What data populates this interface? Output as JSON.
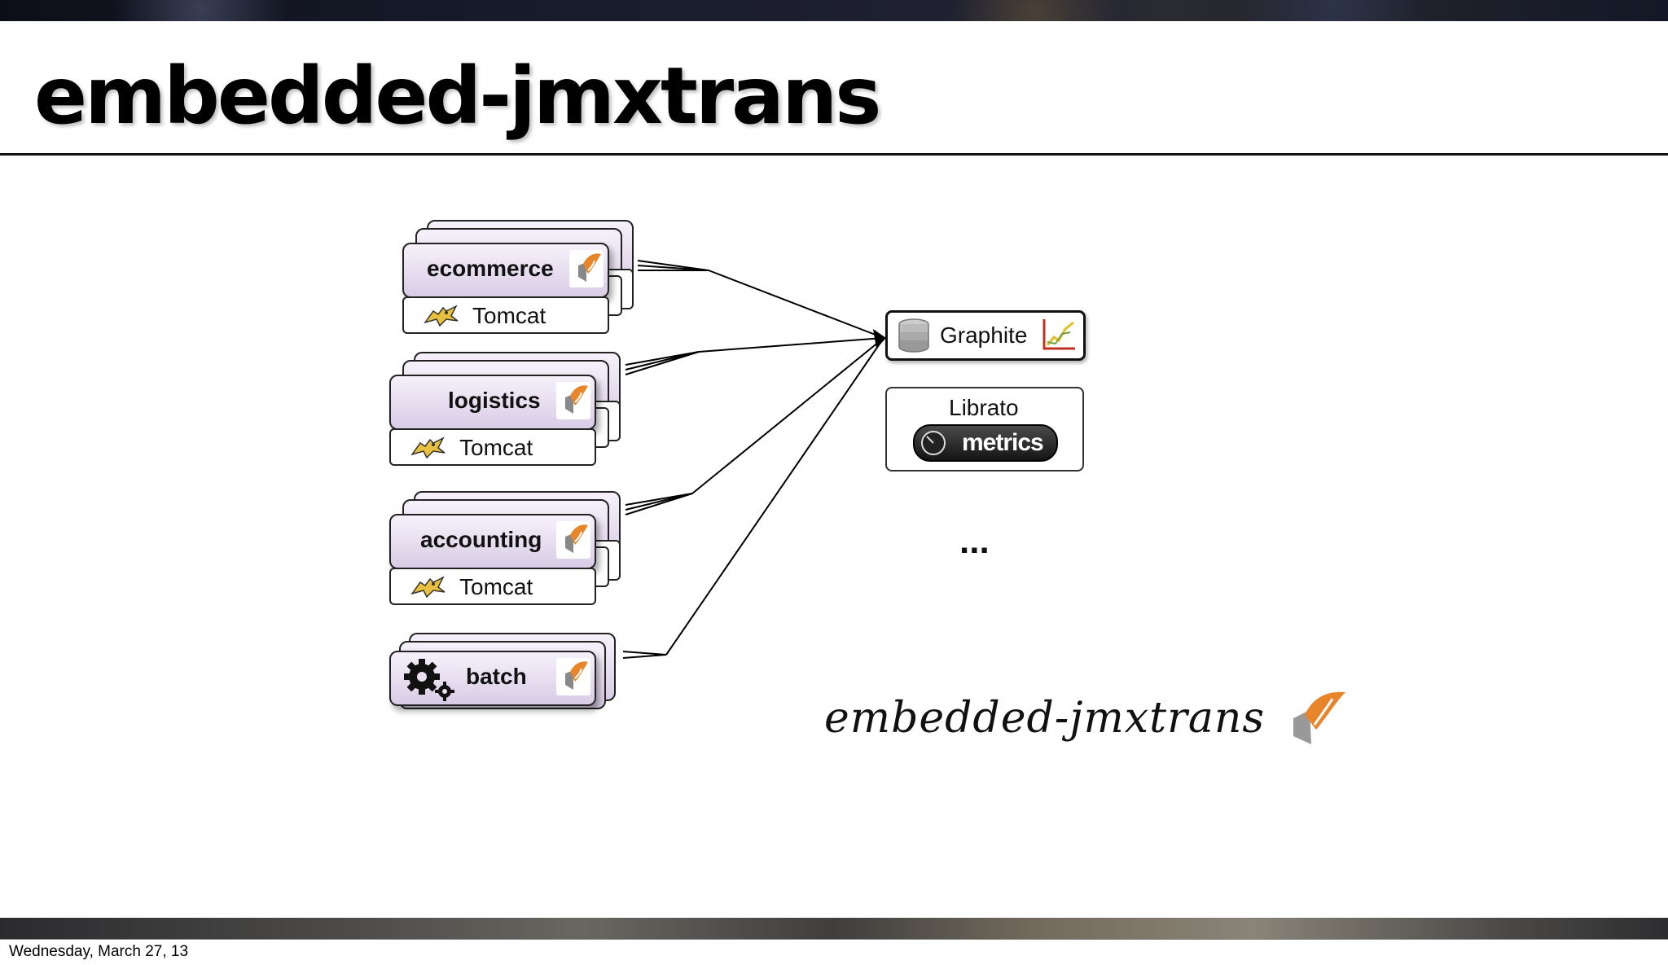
{
  "title": "embedded-jmxtrans",
  "footer_date": "Wednesday, March 27, 13",
  "services": [
    {
      "name": "ecommerce",
      "container": "Tomcat"
    },
    {
      "name": "logistics",
      "container": "Tomcat"
    },
    {
      "name": "accounting",
      "container": "Tomcat"
    },
    {
      "name": "batch"
    }
  ],
  "destinations": {
    "graphite": "Graphite",
    "librato": "Librato",
    "metrics_logo": "metrics",
    "more": "..."
  },
  "logo_text": "embedded-jmxtrans",
  "icons": {
    "jmxtrans": "jmxtrans-speaker-icon",
    "tomcat": "tomcat-cat-icon",
    "gear": "gear-icon",
    "database": "database-icon",
    "graph": "graph-chart-icon",
    "gauge": "gauge-icon"
  },
  "colors": {
    "card_top": "#f6f1fa",
    "card_bottom": "#d9cce6",
    "accent_orange": "#e8842a"
  }
}
